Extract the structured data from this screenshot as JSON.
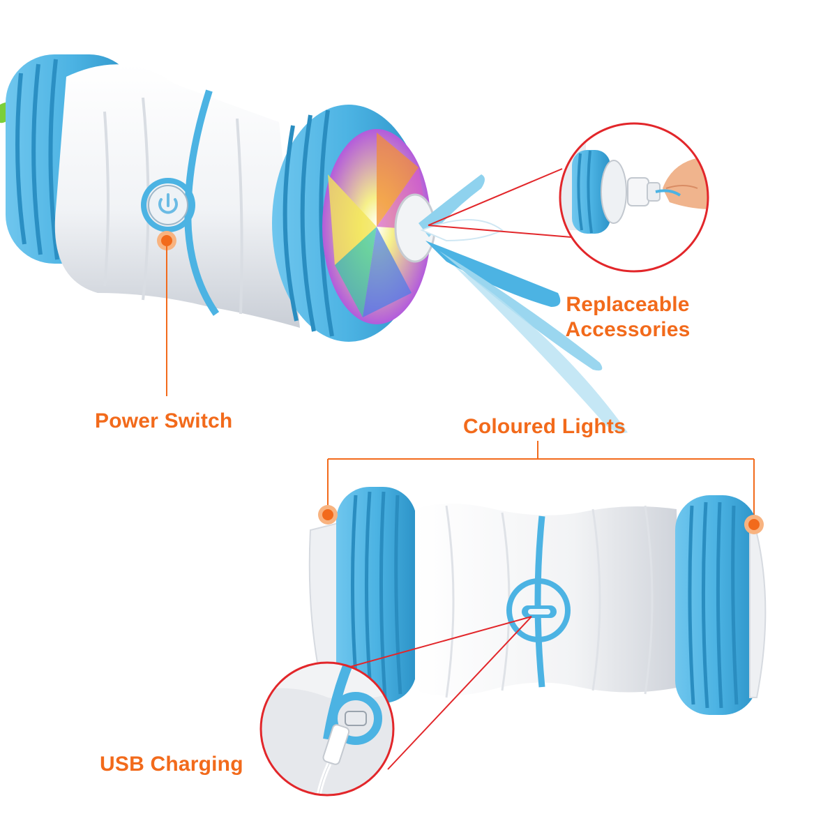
{
  "labels": {
    "power_switch": "Power Switch",
    "replaceable_line1": "Replaceable",
    "replaceable_line2": "Accessories",
    "coloured_lights": "Coloured Lights",
    "usb_charging": "USB Charging"
  },
  "icons": [
    "power-icon",
    "usb-port-icon",
    "usb-cable-icon",
    "feather-icon",
    "callout-dot-icon"
  ],
  "colors": {
    "accent_orange": "#f26a1b",
    "tire_blue": "#4cb3e3",
    "body_white": "#f4f5f7",
    "callout_red": "#e2262a"
  }
}
